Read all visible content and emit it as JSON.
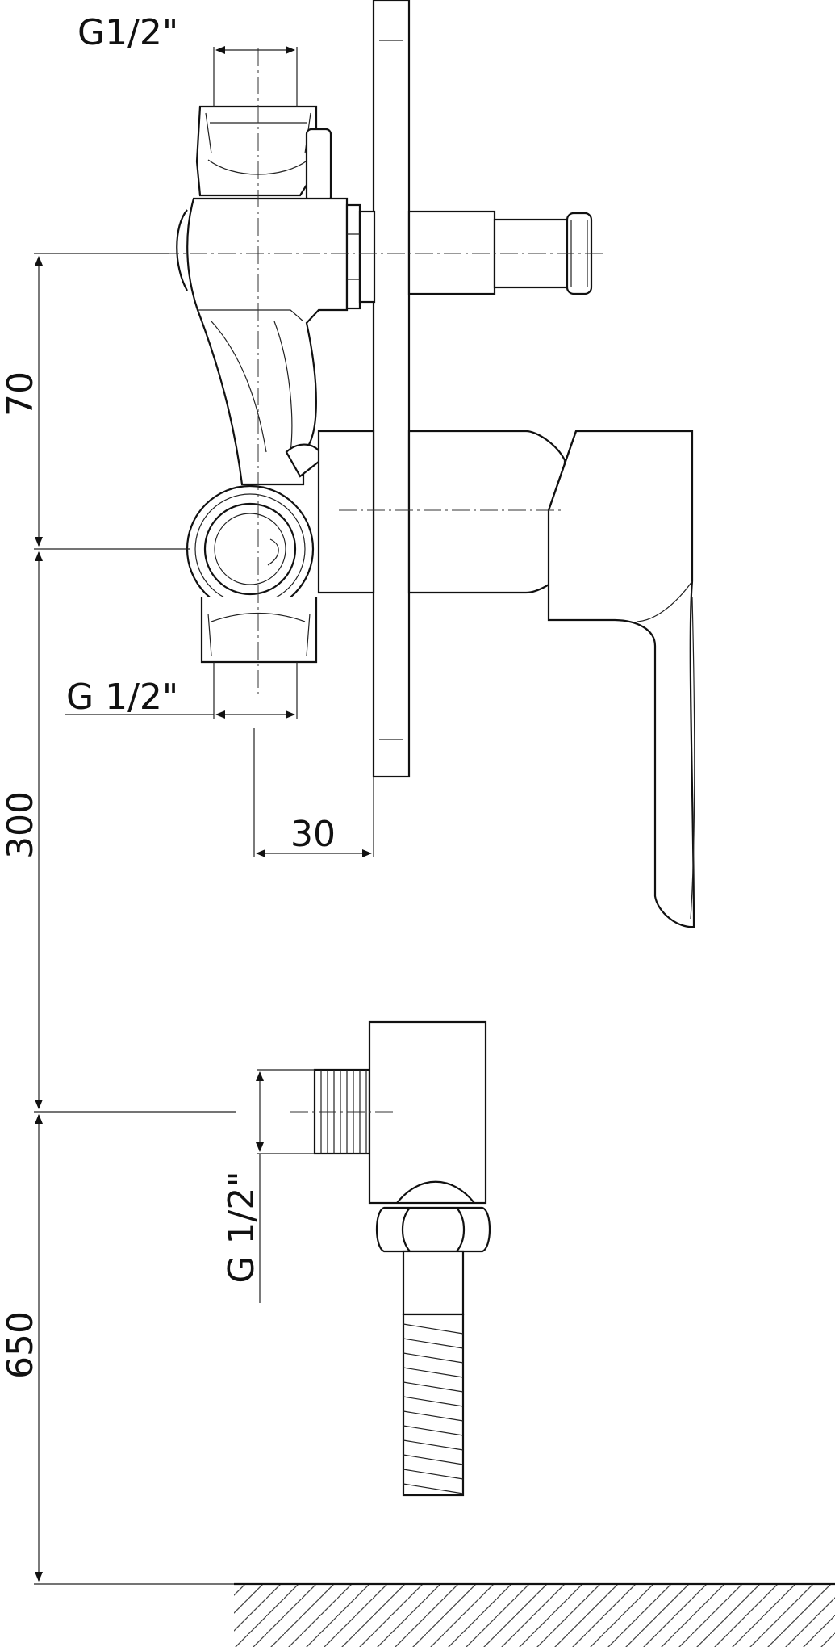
{
  "dimensions": {
    "top_inlet_thread": "G1/2\"",
    "bottom_inlet_thread": "G 1/2\"",
    "outlet_thread": "G 1/2\"",
    "inlet_spacing": "70",
    "wall_depth": "30",
    "outlet_height_from_mixer": "300",
    "outlet_height_from_floor": "650"
  }
}
